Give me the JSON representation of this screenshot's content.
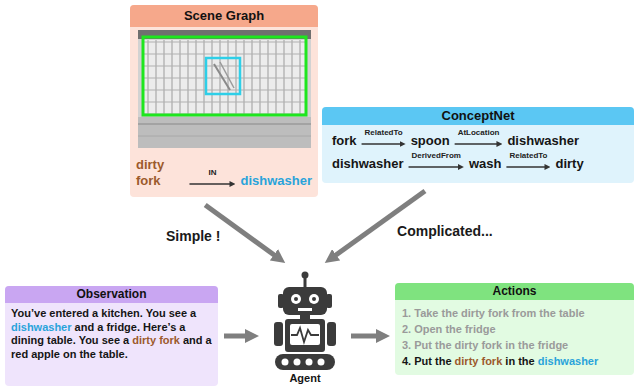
{
  "diagram": {
    "nodes": [
      {
        "text": [
          "Scene Graph",
          "dirty fork",
          "IN",
          "dishwasher"
        ]
      },
      {
        "text": [
          "ConceptNet",
          "fork",
          "RelatedTo",
          "spoon",
          "AtLocation",
          "dishwasher",
          "dishwasher",
          "DerivedFrom",
          "wash",
          "RelatedTo",
          "dirty"
        ]
      },
      {
        "text": [
          "Observation",
          "You’ve entered a kitchen. You see a",
          "dishwasher",
          "and a fridge. Here’s a dining table. You see a",
          "dirty fork",
          "and a red apple on the table."
        ]
      },
      {
        "text": [
          "Agent"
        ]
      },
      {
        "text": [
          "Actions",
          "1. Take the dirty fork from the table",
          "2. Open the fridge",
          "3. Put the dirty fork in the fridge",
          "4. Put the",
          "dirty fork",
          "in the",
          "dishwasher"
        ]
      }
    ],
    "edges": [
      {
        "from": 0,
        "to": 3,
        "arrow": "to",
        "label": "Simple !"
      },
      {
        "from": 1,
        "to": 3,
        "arrow": "to",
        "label": "Complicated..."
      },
      {
        "from": 2,
        "to": 3,
        "arrow": "to"
      },
      {
        "from": 3,
        "to": 4,
        "arrow": "to"
      }
    ]
  }
}
